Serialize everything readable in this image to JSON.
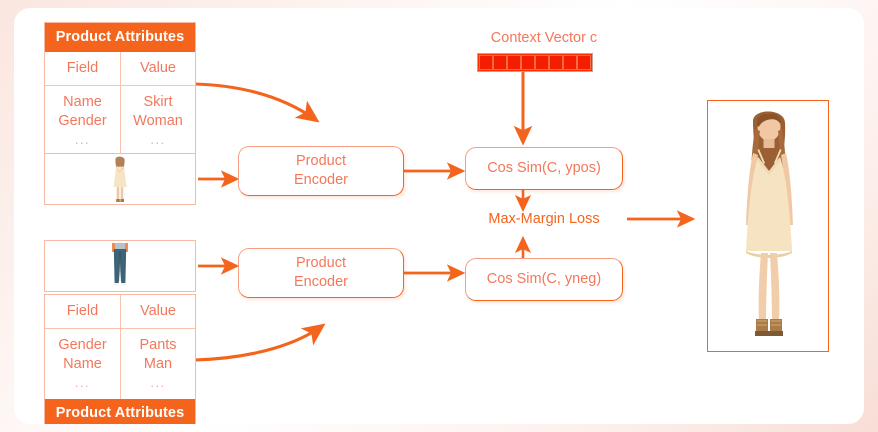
{
  "figure": {
    "title": "Product attribute + image encoder with max-margin loss",
    "accent_color": "#f4641d",
    "text_color": "#f4775c",
    "vector_color": "#f51d00",
    "background_color": "#ffffff"
  },
  "tables": {
    "positive": {
      "header": "Product Attributes",
      "header_position": "top",
      "columns": [
        "Field",
        "Value"
      ],
      "rows": [
        {
          "field": "Name",
          "value": "Skirt"
        },
        {
          "field": "Gender",
          "value": "Woman"
        }
      ],
      "ellipsis": "..."
    },
    "negative": {
      "header": "Product Attributes",
      "header_position": "bottom",
      "columns": [
        "Field",
        "Value"
      ],
      "rows": [
        {
          "field": "Gender",
          "value": "Pants"
        },
        {
          "field": "Name",
          "value": "Man"
        }
      ],
      "ellipsis": "..."
    }
  },
  "thumbnails": [
    {
      "name": "positive-product-thumbnail",
      "alt": "woman wearing cream slip dress"
    },
    {
      "name": "negative-product-thumbnail",
      "alt": "blue denim jeans"
    }
  ],
  "encoders": [
    {
      "label": "Product\nEncoder",
      "line1": "Product",
      "line2": "Encoder"
    },
    {
      "label": "Product\nEncoder",
      "line1": "Product",
      "line2": "Encoder"
    }
  ],
  "similarity": {
    "positive": "Cos Sim(C, ypos)",
    "negative": "Cos Sim(C, yneg)"
  },
  "loss": {
    "label": "Max-Margin Loss"
  },
  "context_vector": {
    "label": "Context Vector c",
    "cells": 8,
    "values": [
      1,
      1,
      1,
      1,
      1,
      1,
      1,
      1
    ]
  },
  "result": {
    "alt": "woman in cream slip dress with tan sandals"
  }
}
